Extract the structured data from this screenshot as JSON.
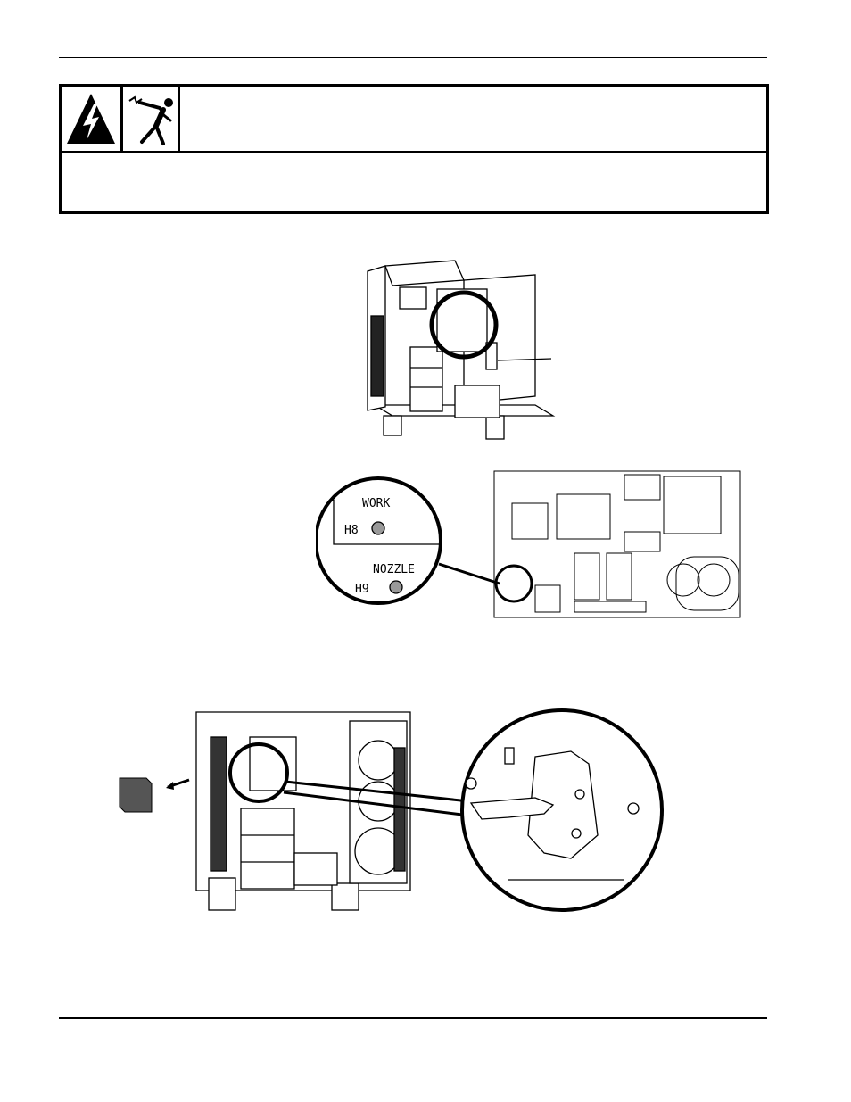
{
  "warning": {
    "icons": [
      "electric-shock-hazard-icon",
      "electrocution-person-icon"
    ],
    "header_text": "",
    "body_text": ""
  },
  "pcb_callout": {
    "work_label": "WORK",
    "work_pin": "H8",
    "nozzle_label": "NOZZLE",
    "nozzle_pin": "H9"
  }
}
